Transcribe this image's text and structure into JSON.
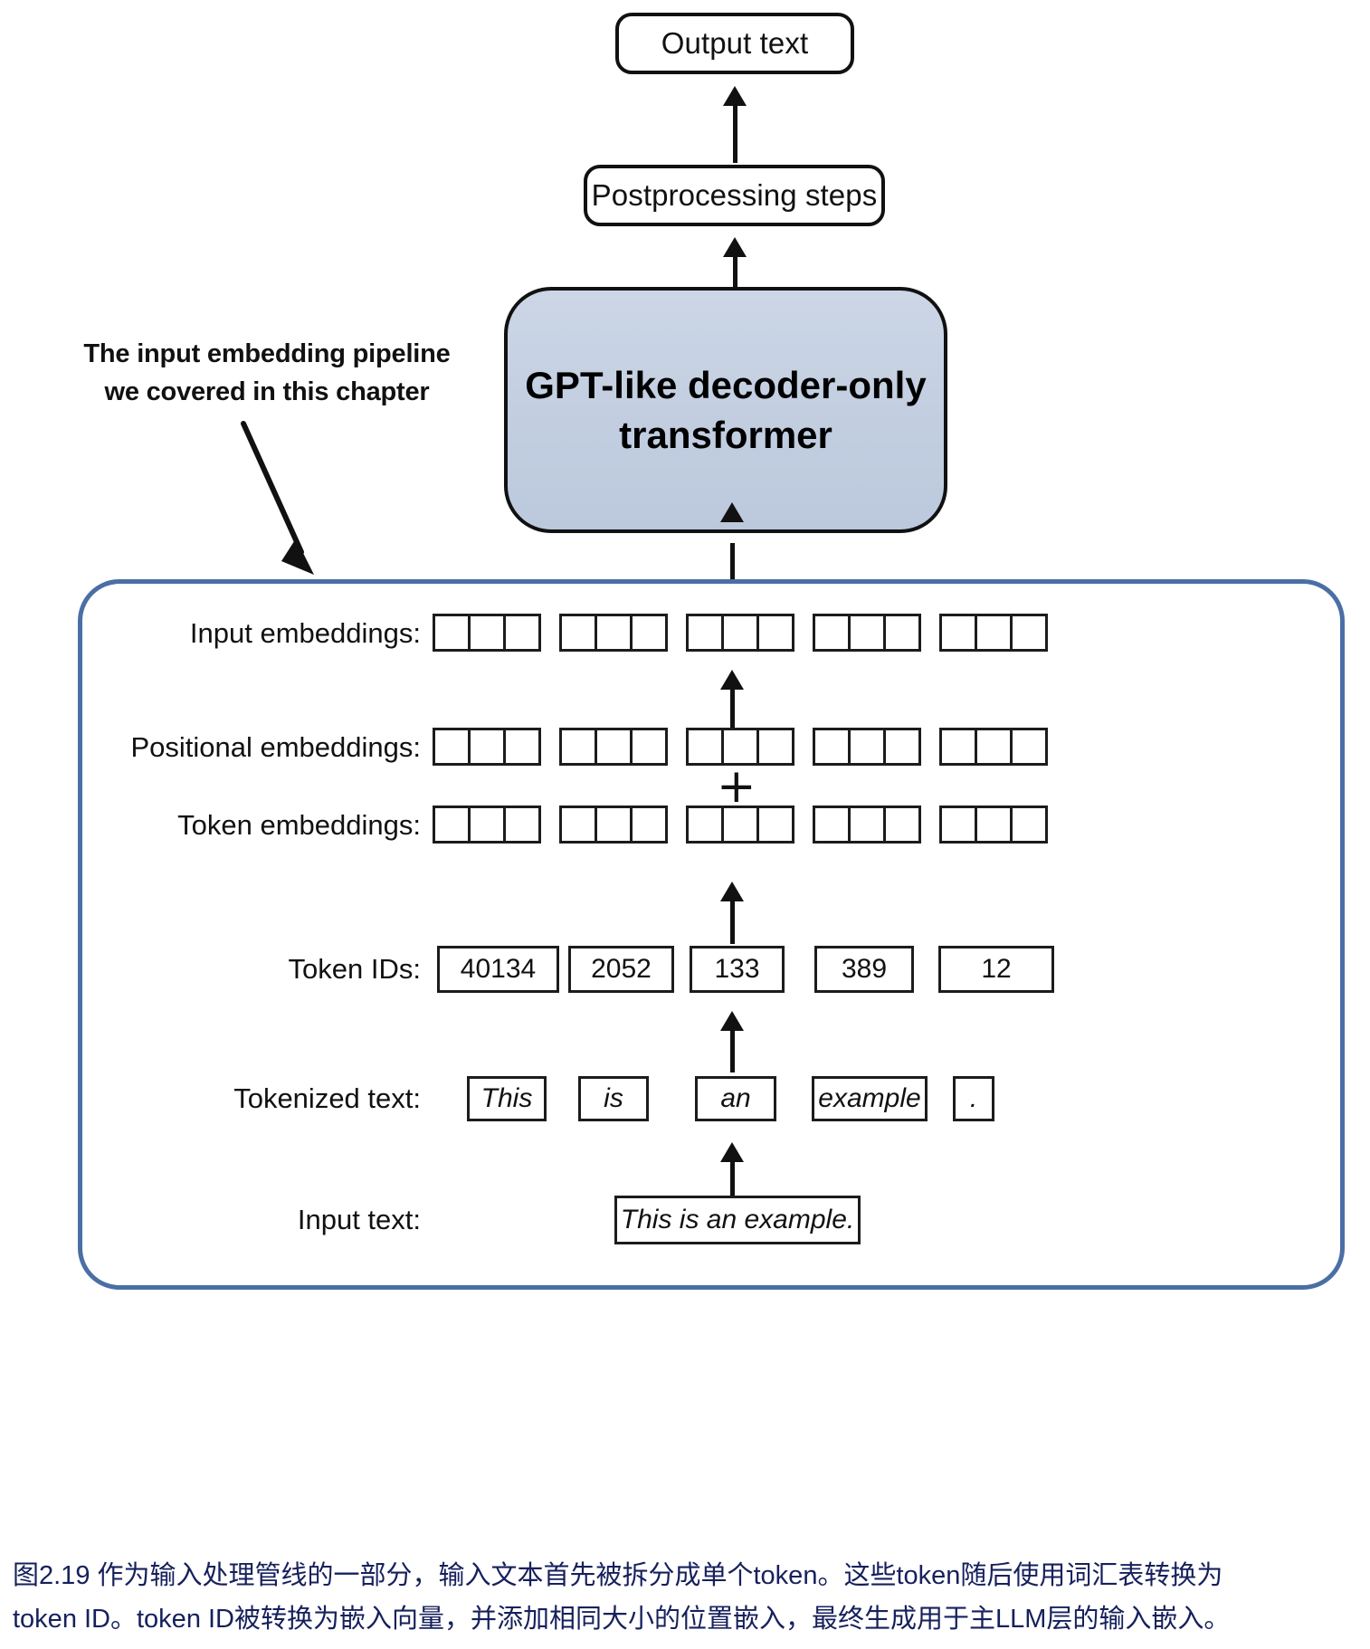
{
  "figure": {
    "output_box": {
      "label": "Output text"
    },
    "postprocessing_box": {
      "label": "Postprocessing steps"
    },
    "transformer_box": {
      "label": "GPT-like\ndecoder-only\ntransformer",
      "fill_color": "#c5d0e0"
    },
    "annotation": {
      "text": "The input embedding pipeline\nwe covered in this chapter"
    },
    "pipeline": {
      "border_color": "#4a6fa5",
      "rows": {
        "input_embeddings": {
          "label": "Input embeddings:",
          "cells_per_group": 3,
          "groups": 5
        },
        "positional_embeddings": {
          "label": "Positional embeddings:",
          "cells_per_group": 3,
          "groups": 5
        },
        "token_embeddings": {
          "label": "Token embeddings:",
          "cells_per_group": 3,
          "groups": 5
        },
        "token_ids": {
          "label": "Token IDs:",
          "values": [
            "40134",
            "2052",
            "133",
            "389",
            "12"
          ]
        },
        "tokenized_text": {
          "label": "Tokenized text:",
          "values": [
            "This",
            "is",
            "an",
            "example",
            "."
          ]
        },
        "input_text": {
          "label": "Input text:",
          "value": "This is an example."
        }
      },
      "plus_symbol": "+"
    }
  },
  "caption": {
    "line1": "图2.19 作为输入处理管线的一部分，输入文本首先被拆分成单个token。这些token随后使用词汇表转换为",
    "line2": "token ID。token ID被转换为嵌入向量，并添加相同大小的位置嵌入，最终生成用于主LLM层的输入嵌入。"
  }
}
